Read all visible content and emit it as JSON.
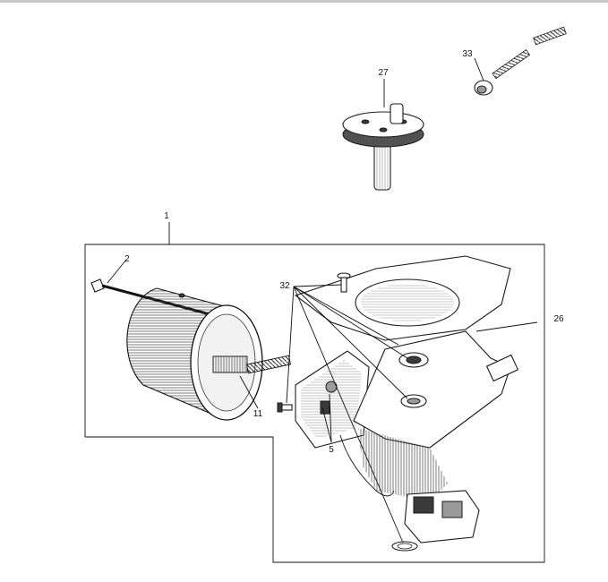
{
  "callouts": {
    "c1": "1",
    "c2": "2",
    "c5": "5",
    "c11": "11",
    "c26": "26",
    "c27": "27",
    "c32": "32",
    "c33": "33"
  }
}
